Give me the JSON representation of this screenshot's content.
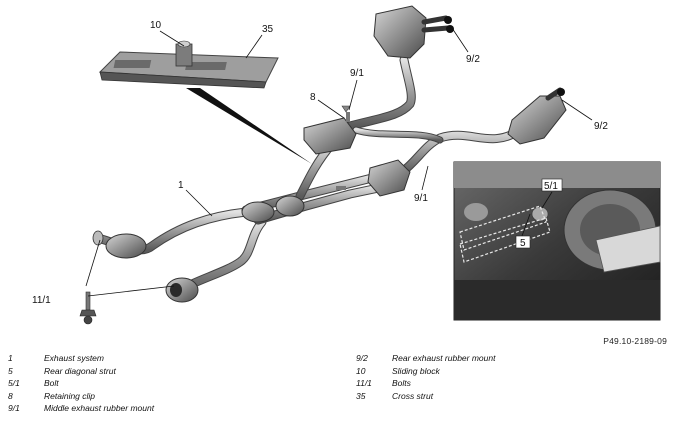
{
  "callouts": {
    "c10": "10",
    "c35": "35",
    "c9_1a": "9/1",
    "c8": "8",
    "c9_2a": "9/2",
    "c9_2b": "9/2",
    "c1": "1",
    "c9_1b": "9/1",
    "c11_1": "11/1",
    "c5_1": "5/1",
    "c5": "5"
  },
  "reference": "P49.10-2189-09",
  "legend_left": [
    {
      "num": "1",
      "text": "Exhaust system"
    },
    {
      "num": "5",
      "text": "Rear diagonal strut"
    },
    {
      "num": "5/1",
      "text": "Bolt"
    },
    {
      "num": "8",
      "text": "Retaining clip"
    },
    {
      "num": "9/1",
      "text": "Middle exhaust rubber mount"
    }
  ],
  "legend_right": [
    {
      "num": "9/2",
      "text": "Rear exhaust rubber mount"
    },
    {
      "num": "10",
      "text": "Sliding block"
    },
    {
      "num": "11/1",
      "text": "Bolts"
    },
    {
      "num": "35",
      "text": "Cross strut"
    }
  ]
}
